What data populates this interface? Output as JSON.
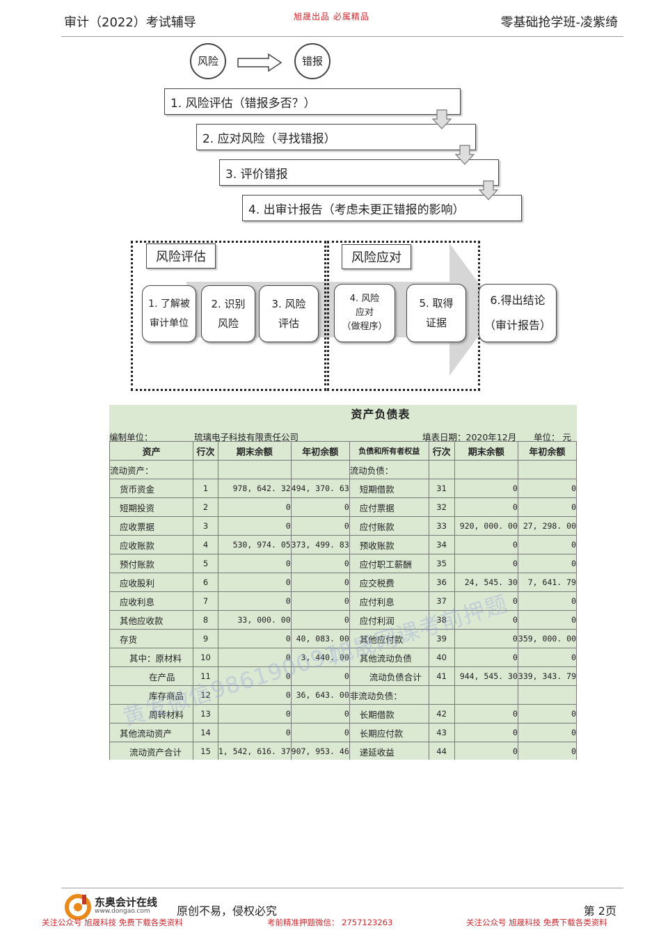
{
  "header": {
    "left": "审计（2022）考试辅导",
    "middle": "旭晟出品  必属精品",
    "right": "零基础抢学班-凌紫绮"
  },
  "flow1": {
    "circle_a": "风险",
    "circle_b": "错报",
    "steps": [
      "1. 风险评估（错报多否？）",
      "2. 应对风险（寻找错报）",
      "3. 评价错报",
      "4. 出审计报告（考虑未更正错报的影响）"
    ]
  },
  "flow2": {
    "left_title": "风险评估",
    "right_title": "风险应对",
    "boxes": [
      {
        "l1": "1. 了解被",
        "l2": "审计单位",
        "l3": ""
      },
      {
        "l1": "2. 识别",
        "l2": "风险",
        "l3": ""
      },
      {
        "l1": "3. 风险",
        "l2": "评估",
        "l3": ""
      },
      {
        "l1": "4. 风险",
        "l2": "应对",
        "l3": "（做程序）"
      },
      {
        "l1": "5. 取得",
        "l2": "证据",
        "l3": ""
      },
      {
        "l1": "6.得出结论",
        "l2": "（审计报告）",
        "l3": ""
      }
    ]
  },
  "balance_sheet": {
    "title": "资产负债表",
    "unit_label": "编制单位：",
    "company": "琉璃电子科技有限责任公司",
    "date_label": "填表日期：2020年12月",
    "currency_label": "单位：  元",
    "headers": [
      "资产",
      "行次",
      "期末余额",
      "年初余额",
      "负债和所有者权益",
      "行次",
      "期末余额",
      "年初余额"
    ],
    "rows": [
      [
        "流动资产：",
        "",
        "",
        "",
        "流动负债：",
        "",
        "",
        ""
      ],
      [
        "货币资金",
        "1",
        "978, 642. 32",
        "494, 370. 63",
        "短期借款",
        "31",
        "0",
        "0"
      ],
      [
        "短期投资",
        "2",
        "0",
        "0",
        "应付票据",
        "32",
        "0",
        "0"
      ],
      [
        "应收票据",
        "3",
        "0",
        "0",
        "应付账款",
        "33",
        "920, 000. 00",
        "27, 298. 00"
      ],
      [
        "应收账款",
        "4",
        "530, 974. 05",
        "373, 499. 83",
        "预收账款",
        "34",
        "0",
        "0"
      ],
      [
        "预付账款",
        "5",
        "0",
        "0",
        "应付职工薪酬",
        "35",
        "0",
        "0"
      ],
      [
        "应收股利",
        "6",
        "0",
        "0",
        "应交税费",
        "36",
        "24, 545. 30",
        "7, 641. 79"
      ],
      [
        "应收利息",
        "7",
        "0",
        "0",
        "应付利息",
        "37",
        "0",
        "0"
      ],
      [
        "其他应收款",
        "8",
        "33, 000. 00",
        "0",
        "应付利润",
        "38",
        "0",
        "0"
      ],
      [
        "存货",
        "9",
        "0",
        "40, 083. 00",
        "其他应付款",
        "39",
        "0",
        "359, 000. 00"
      ],
      [
        "其中：原材料",
        "10",
        "0",
        "3, 440. 00",
        "其他流动负债",
        "40",
        "0",
        "0"
      ],
      [
        "在产品",
        "11",
        "0",
        "0",
        "流动负债合计",
        "41",
        "944, 545. 30",
        "339, 343. 79"
      ],
      [
        "库存商品",
        "12",
        "0",
        "36, 643. 00",
        "非流动负债：",
        "",
        "",
        ""
      ],
      [
        "周转材料",
        "13",
        "0",
        "0",
        "长期借款",
        "42",
        "0",
        "0"
      ],
      [
        "其他流动资产",
        "14",
        "0",
        "0",
        "长期应付款",
        "43",
        "0",
        "0"
      ],
      [
        "流动资产合计",
        "15",
        "1, 542, 616. 37",
        "907, 953. 46",
        "递延收益",
        "44",
        "0",
        "0"
      ]
    ],
    "indent": [
      0,
      1,
      1,
      1,
      1,
      1,
      1,
      1,
      1,
      1,
      2,
      4,
      4,
      4,
      1,
      2
    ],
    "rindent": [
      0,
      1,
      1,
      1,
      1,
      1,
      1,
      1,
      1,
      1,
      1,
      2,
      0,
      1,
      1,
      1
    ]
  },
  "watermarks": [
    "黄发微信986190091",
    "旭晟网课考前押题"
  ],
  "footer": {
    "logo_name": "东奥会计在线",
    "logo_url": "www.dongao.com",
    "slogan": "原创不易，侵权必究",
    "page": "第 2页",
    "red_left": "关注公众号 旭晟科技 免费下载各类资料",
    "red_mid": "考前精准押题微信：   2757123263",
    "red_right": "关注公众号 旭晟科技 免费下载各类资料"
  }
}
